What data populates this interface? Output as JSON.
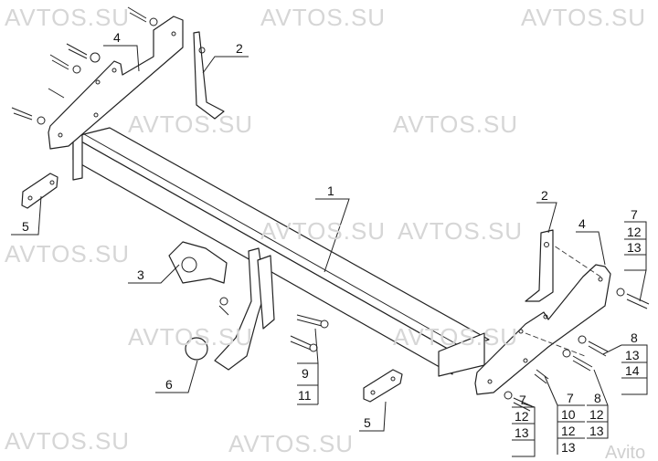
{
  "watermark": "AVTOS.SU",
  "corner_watermark": "Avito",
  "callouts": {
    "beam": "1",
    "bracket_left": "2",
    "bracket_right": "2",
    "plate_left": "4",
    "plate_right": "4",
    "spacer_left": "5",
    "spacer_bottom": "5",
    "socket_bracket": "3",
    "ball_mount": "6",
    "bolt_group_center": [
      "9",
      "11"
    ],
    "bolt_group_right_top": [
      "7",
      "12",
      "13"
    ],
    "bolt_group_right_mid": [
      "8",
      "13",
      "14"
    ],
    "bolt_group_right_a": [
      "7",
      "10",
      "12",
      "13"
    ],
    "bolt_group_right_b": [
      "8",
      "12",
      "13"
    ],
    "bolt_group_bottom": [
      "7",
      "12",
      "13"
    ]
  }
}
